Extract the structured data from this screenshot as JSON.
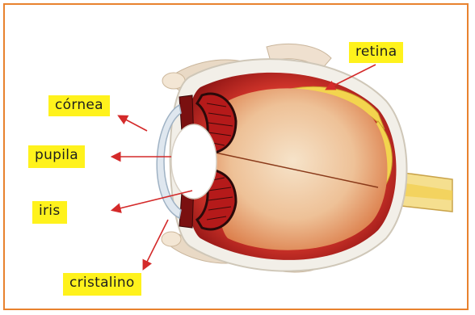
{
  "labels": {
    "retina": "retina",
    "cornea": "córnea",
    "pupila": "pupila",
    "iris": "iris",
    "cristalino": "cristalino"
  },
  "colors": {
    "frame": "#e8822e",
    "label_bg": "#fff21c",
    "arrow": "#d42a2a",
    "sclera": "#f2efe8",
    "choroid": "#c41e1e",
    "vitreous": "#e8b37e",
    "retina_band": "#f3d44e"
  }
}
